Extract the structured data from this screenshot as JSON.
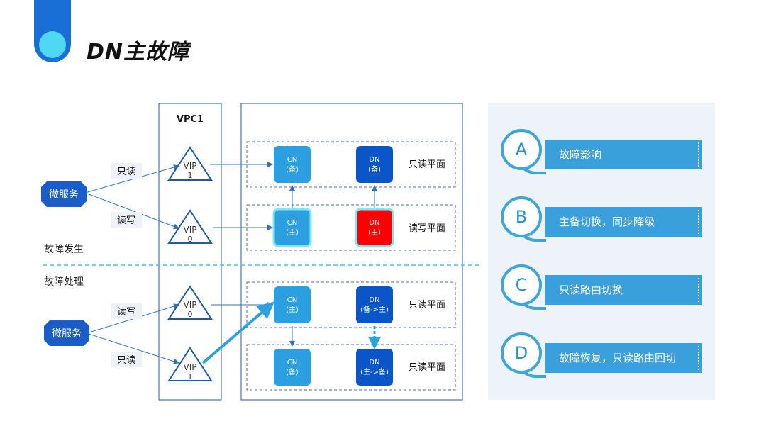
{
  "page": {
    "title": "DN主故障"
  },
  "sections": {
    "fault_occur": "故障发生",
    "fault_handle": "故障处理"
  },
  "vpc": {
    "label": "VPC1"
  },
  "microservice": {
    "top": "微服务",
    "bottom": "微服务"
  },
  "edge_labels": {
    "top_read": "只读",
    "top_rw": "读写",
    "bottom_rw": "读写",
    "bottom_read": "只读"
  },
  "vips": [
    {
      "line1": "VIP",
      "line2": "1"
    },
    {
      "line1": "VIP",
      "line2": "0"
    },
    {
      "line1": "VIP",
      "line2": "0"
    },
    {
      "line1": "VIP",
      "line2": "1"
    }
  ],
  "planes": [
    {
      "label": "只读平面"
    },
    {
      "label": "读写平面"
    },
    {
      "label": "只读平面"
    },
    {
      "label": "只读平面"
    }
  ],
  "nodes": [
    {
      "name": "CN",
      "role": "(备)"
    },
    {
      "name": "DN",
      "role": "(备)"
    },
    {
      "name": "CN",
      "role": "(主)"
    },
    {
      "name": "DN",
      "role": "(主)"
    },
    {
      "name": "CN",
      "role": "(主)"
    },
    {
      "name": "DN",
      "role": "(备->主)"
    },
    {
      "name": "CN",
      "role": "(备)"
    },
    {
      "name": "DN",
      "role": "(主->备)"
    }
  ],
  "steps": [
    {
      "letter": "A",
      "text": "故障影响"
    },
    {
      "letter": "B",
      "text": "主备切换，同步降级"
    },
    {
      "letter": "C",
      "text": "只读路由切换"
    },
    {
      "letter": "D",
      "text": "故障恢复，只读路由回切"
    }
  ],
  "colors": {
    "cn": "#2b9fe0",
    "dn": "#0a56c9",
    "fault": "#ff0000",
    "accent": "#3aa0dc",
    "title_bar": "#1a6fd6"
  }
}
